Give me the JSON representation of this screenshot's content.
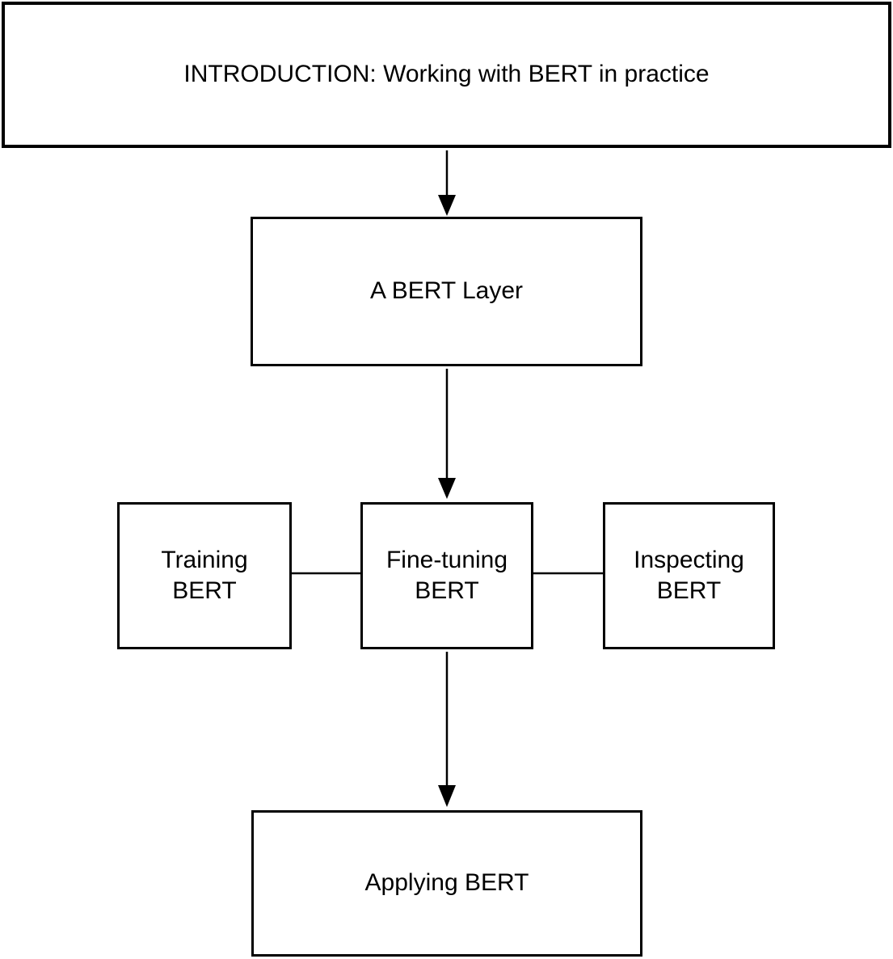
{
  "nodes": {
    "intro": {
      "label": "INTRODUCTION: Working with BERT in practice"
    },
    "bert_layer": {
      "label": "A BERT Layer"
    },
    "training": {
      "label": "Training BERT"
    },
    "fine_tuning": {
      "label": "Fine-tuning BERT"
    },
    "inspecting": {
      "label": "Inspecting BERT"
    },
    "applying": {
      "label": "Applying BERT"
    }
  },
  "edges": [
    {
      "from": "intro",
      "to": "bert_layer",
      "type": "arrow"
    },
    {
      "from": "bert_layer",
      "to": "fine_tuning",
      "type": "arrow"
    },
    {
      "from": "training",
      "to": "fine_tuning",
      "type": "line"
    },
    {
      "from": "fine_tuning",
      "to": "inspecting",
      "type": "line"
    },
    {
      "from": "fine_tuning",
      "to": "applying",
      "type": "arrow"
    }
  ],
  "colors": {
    "stroke": "#000000",
    "background": "#ffffff",
    "box_fill": "#ffffff"
  }
}
